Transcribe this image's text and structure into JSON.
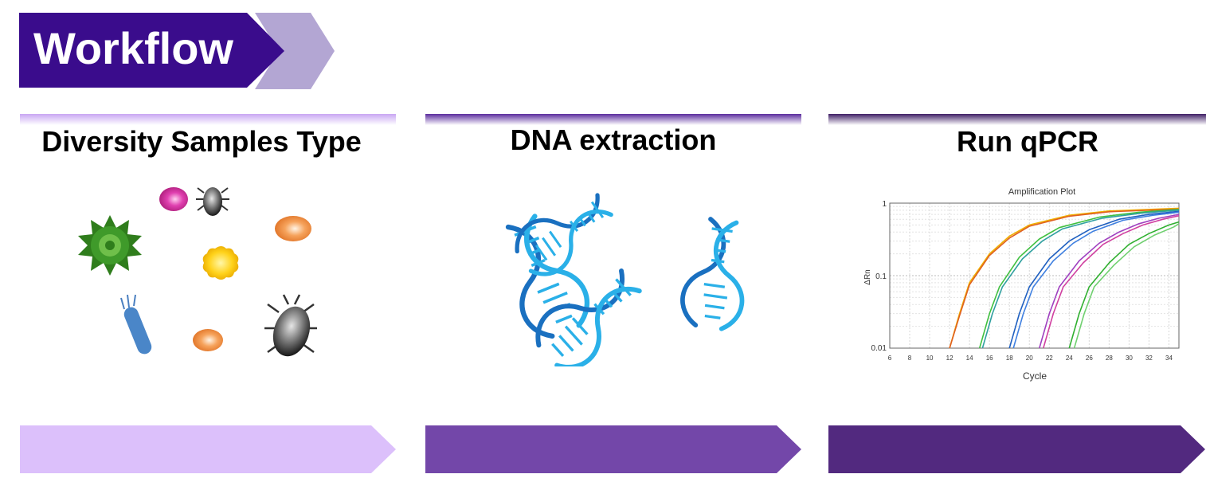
{
  "header": {
    "title": "Workflow"
  },
  "colors": {
    "banner_dark": "#3a0c8c",
    "banner_light": "#b3a6d3",
    "step1": "#dcc0fb",
    "step2": "#7347a9",
    "step3": "#52297f"
  },
  "panels": [
    {
      "title": "Diversity Samples Type"
    },
    {
      "title": "DNA extraction"
    },
    {
      "title": "Run qPCR"
    }
  ],
  "chart": {
    "title": "Amplification Plot",
    "xlabel": "Cycle",
    "ylabel": "ΔRn",
    "xticks": [
      "6",
      "8",
      "10",
      "12",
      "14",
      "16",
      "18",
      "20",
      "22",
      "24",
      "26",
      "28",
      "30",
      "32",
      "34"
    ],
    "yticks": [
      "1",
      "0.1",
      "0.01"
    ]
  },
  "chart_data": {
    "type": "line",
    "title": "Amplification Plot",
    "xlabel": "Cycle",
    "ylabel": "ΔRn",
    "yscale": "log",
    "xlim": [
      6,
      35
    ],
    "ylim": [
      0.01,
      1
    ],
    "grid": true,
    "series": [
      {
        "color": "#f0b000",
        "x": [
          12,
          13,
          14,
          16,
          18,
          20,
          24,
          28,
          35
        ],
        "y": [
          0.01,
          0.03,
          0.08,
          0.2,
          0.35,
          0.5,
          0.68,
          0.78,
          0.85
        ]
      },
      {
        "color": "#e06020",
        "x": [
          12,
          13,
          14,
          16,
          18,
          20,
          24,
          28,
          35
        ],
        "y": [
          0.01,
          0.028,
          0.075,
          0.19,
          0.33,
          0.48,
          0.66,
          0.76,
          0.83
        ]
      },
      {
        "color": "#40c040",
        "x": [
          15,
          16,
          17,
          19,
          21,
          23,
          27,
          31,
          35
        ],
        "y": [
          0.01,
          0.03,
          0.07,
          0.18,
          0.32,
          0.46,
          0.64,
          0.75,
          0.82
        ]
      },
      {
        "color": "#30a0a0",
        "x": [
          15.3,
          16.3,
          17.3,
          19.3,
          21.3,
          23.3,
          27.3,
          31.3,
          35
        ],
        "y": [
          0.01,
          0.03,
          0.07,
          0.17,
          0.3,
          0.44,
          0.62,
          0.73,
          0.8
        ]
      },
      {
        "color": "#2060c0",
        "x": [
          18,
          19,
          20,
          22,
          24,
          26,
          29,
          32,
          35
        ],
        "y": [
          0.01,
          0.03,
          0.07,
          0.17,
          0.3,
          0.43,
          0.6,
          0.7,
          0.77
        ]
      },
      {
        "color": "#4080e0",
        "x": [
          18.4,
          19.4,
          20.4,
          22.4,
          24.4,
          26.4,
          29.4,
          32.4,
          35
        ],
        "y": [
          0.01,
          0.03,
          0.07,
          0.16,
          0.28,
          0.41,
          0.58,
          0.68,
          0.75
        ]
      },
      {
        "color": "#a040c0",
        "x": [
          21,
          22,
          23,
          25,
          27,
          29,
          31,
          33,
          35
        ],
        "y": [
          0.01,
          0.03,
          0.07,
          0.16,
          0.28,
          0.4,
          0.52,
          0.62,
          0.7
        ]
      },
      {
        "color": "#d040a0",
        "x": [
          21.4,
          22.4,
          23.4,
          25.4,
          27.4,
          29.4,
          31.4,
          33.4,
          35
        ],
        "y": [
          0.01,
          0.03,
          0.07,
          0.15,
          0.27,
          0.38,
          0.5,
          0.6,
          0.67
        ]
      },
      {
        "color": "#30b030",
        "x": [
          24,
          25,
          26,
          28,
          30,
          32,
          34,
          35
        ],
        "y": [
          0.01,
          0.03,
          0.07,
          0.15,
          0.27,
          0.38,
          0.5,
          0.55
        ]
      },
      {
        "color": "#70d070",
        "x": [
          24.5,
          25.5,
          26.5,
          28.5,
          30.5,
          32.5,
          34.5,
          35
        ],
        "y": [
          0.01,
          0.03,
          0.07,
          0.14,
          0.25,
          0.36,
          0.47,
          0.52
        ]
      }
    ]
  }
}
